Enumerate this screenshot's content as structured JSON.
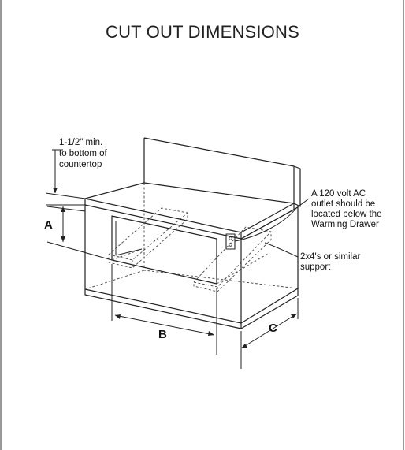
{
  "title": "CUT OUT DIMENSIONS",
  "labels": {
    "min_line1": "1-1/2\" min.",
    "min_line2": "to bottom of",
    "min_line3": "countertop",
    "outlet_line1": "A 120 volt AC",
    "outlet_line2": "outlet should be",
    "outlet_line3": "located below the",
    "outlet_line4": "Warming Drawer",
    "support_line1": "2x4's or similar",
    "support_line2": "support",
    "dim_a": "A",
    "dim_b": "B",
    "dim_c": "C"
  }
}
